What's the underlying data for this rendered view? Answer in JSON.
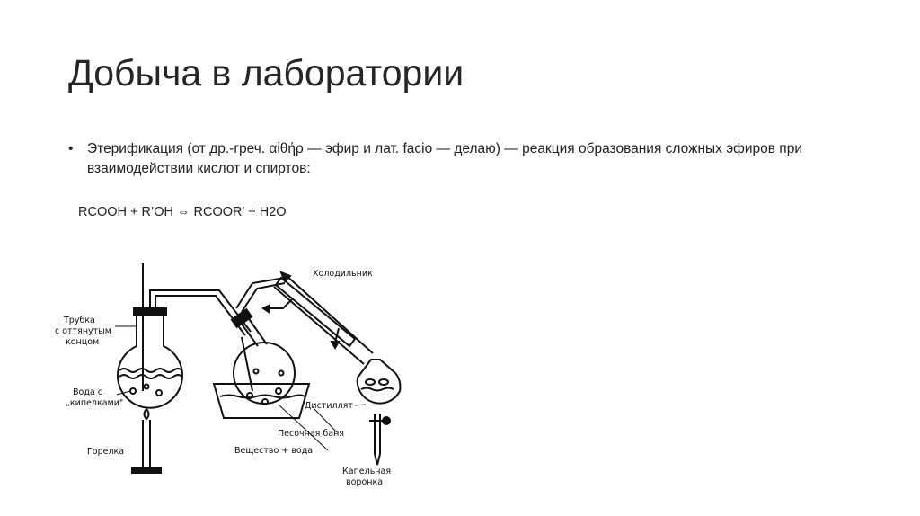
{
  "slide": {
    "title": "Добыча в лаборатории",
    "bullet_symbol": "•",
    "bullet_text": "Этерификация (от др.-греч. αἰθήρ — эфир и лат. facio — делаю) — реакция образования сложных эфиров при взаимодействии кислот и спиртов:",
    "formula": "RCOOH + R’OH ⇔ RCOOR' + H2O"
  },
  "diagram_labels": {
    "tube_line1": "Трубка",
    "tube_line2": "с оттянутым",
    "tube_line3": "концом",
    "water_line1": "Вода с",
    "water_line2": "„кипелками\"",
    "burner": "Горелка",
    "condenser": "Холодильник",
    "distillate": "Дистиллят",
    "sand_bath": "Песочная баня",
    "substance": "Вещество + вода",
    "funnel_line1": "Капельная",
    "funnel_line2": "воронка"
  }
}
